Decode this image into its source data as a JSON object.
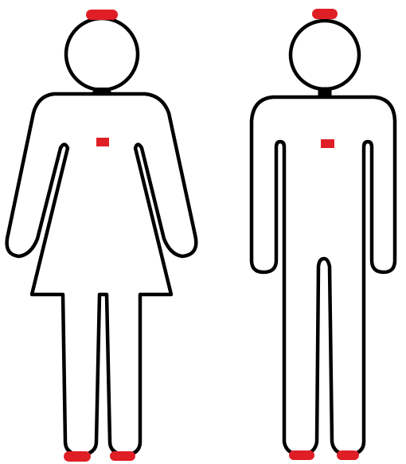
{
  "colors": {
    "background": "#ffffff",
    "outline": "#000000",
    "marker": "#e01e26"
  },
  "figures": [
    {
      "figure": "female-figure",
      "markers": [
        "head-top",
        "chest",
        "left-foot",
        "right-foot"
      ]
    },
    {
      "figure": "male-figure",
      "markers": [
        "head-top",
        "chest",
        "left-foot",
        "right-foot"
      ]
    }
  ]
}
